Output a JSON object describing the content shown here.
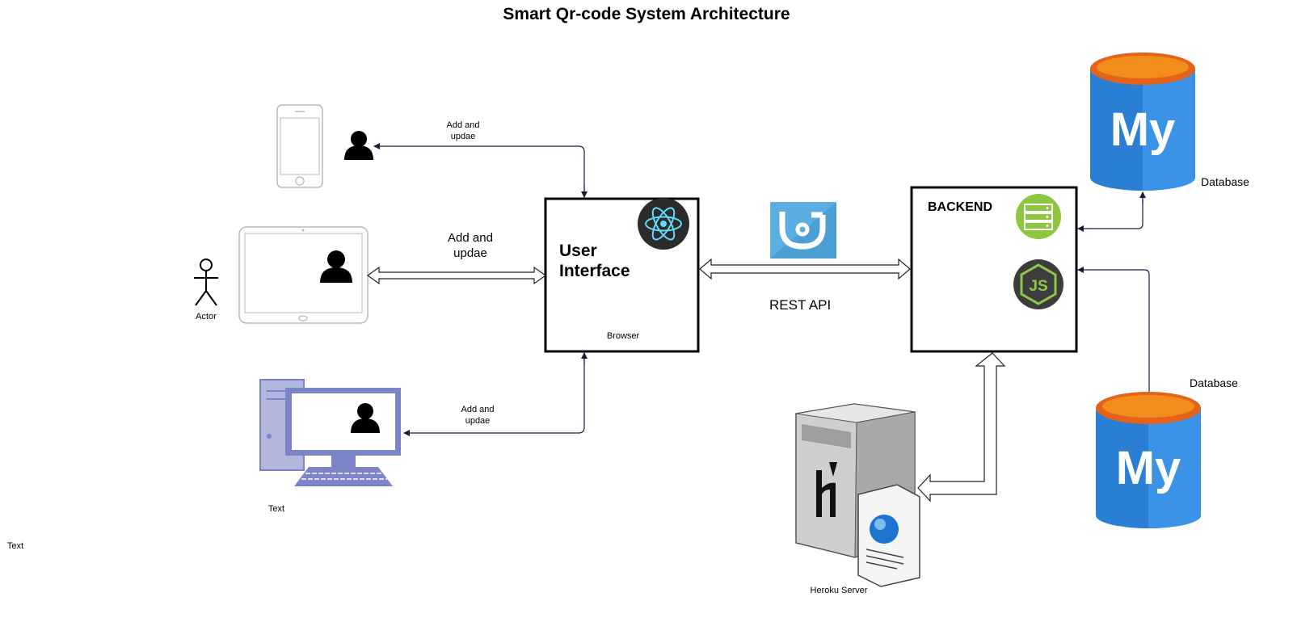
{
  "title": "Smart Qr-code System Architecture",
  "labels": {
    "phone_edge": "Add and\nupdae",
    "tablet_edge": "Add and\nupdae",
    "desktop_edge": "Add and\nupdae",
    "actor": "Actor",
    "desktop_caption": "Text",
    "corner_text": "Text",
    "ui_box": "User\nInterface",
    "browser": "Browser",
    "rest_api": "REST API",
    "backend": "BACKEND",
    "heroku": "Heroku Server",
    "database_top": "Database",
    "database_bottom": "Database",
    "db_logo": "My"
  },
  "icons": {
    "react": "react-icon",
    "restapi": "rest-api-icon",
    "server": "server-icon",
    "nodejs": "nodejs-icon",
    "heroku": "heroku-server-icon",
    "user": "user-icon",
    "phone": "phone-icon",
    "tablet": "tablet-icon",
    "desktop": "desktop-icon",
    "actor": "actor-icon",
    "database": "database-icon"
  },
  "colors": {
    "db_body": "#2a7fd4",
    "db_body_light": "#3a93e6",
    "db_top": "#f28c1b",
    "db_rim": "#e5621a",
    "react_bg": "#2b2b2b",
    "react_fg": "#61dafb",
    "server_bg": "#8dc63f",
    "node_bg": "#3d3d3d",
    "node_fg": "#8cc84b",
    "desktop_blue": "#7b84c7",
    "edge": "#1a1a3a"
  }
}
